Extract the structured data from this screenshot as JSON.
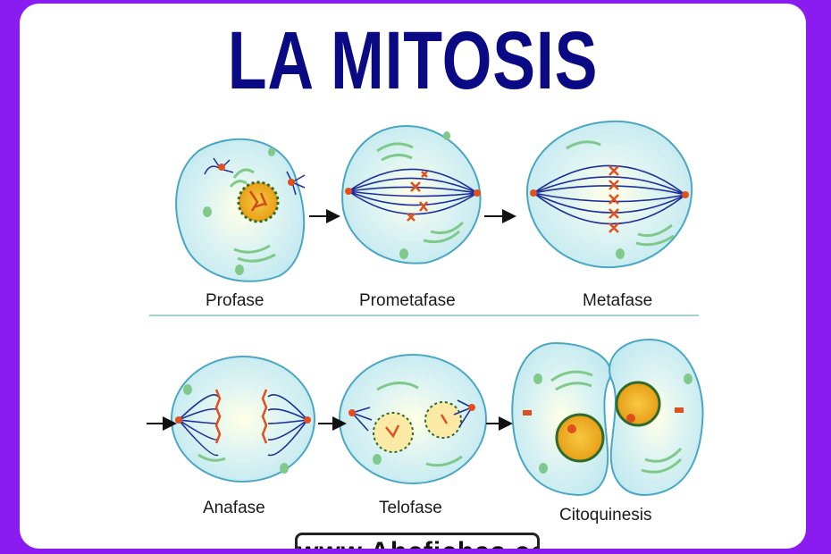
{
  "title": "LA MITOSIS",
  "phases": {
    "top": [
      "Profase",
      "Prometafase",
      "Metafase"
    ],
    "bottom": [
      "Anafase",
      "Telofase",
      "Citoquinesis"
    ]
  },
  "footer": "www.Abcfichas.com",
  "colors": {
    "background": "#8a1cf2",
    "title": "#0a0a84",
    "cell_fill": "#cdeff3",
    "cell_stroke": "#4aa7c4",
    "spindle": "#1f2f9a",
    "chromosome": "#e0501e",
    "organelle": "#7fc98a",
    "nucleus": "#f2b21a"
  }
}
